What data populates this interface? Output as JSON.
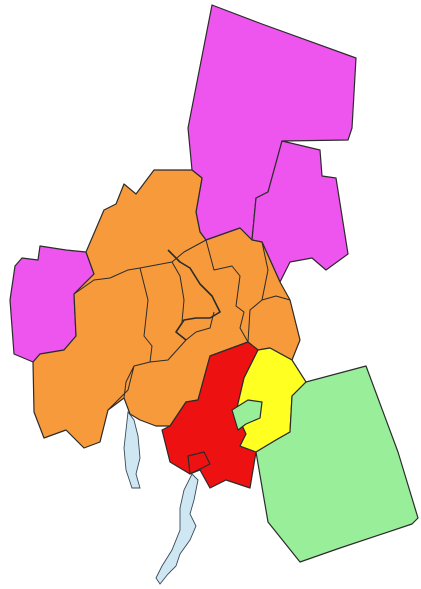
{
  "map": {
    "colors": {
      "magenta": "#ee55ee",
      "orange": "#f79a3c",
      "red": "#ee1111",
      "yellow": "#ffff22",
      "green": "#99ee99",
      "water": "#cfe7f2",
      "border": "#2b2b2b"
    },
    "regions": [
      {
        "id": "north-magenta",
        "color_key": "magenta"
      },
      {
        "id": "northeast-magenta",
        "color_key": "magenta"
      },
      {
        "id": "west-magenta",
        "color_key": "magenta"
      },
      {
        "id": "central-orange",
        "color_key": "orange"
      },
      {
        "id": "south-red",
        "color_key": "red"
      },
      {
        "id": "yellow",
        "color_key": "yellow"
      },
      {
        "id": "southeast-green",
        "color_key": "green"
      }
    ]
  }
}
